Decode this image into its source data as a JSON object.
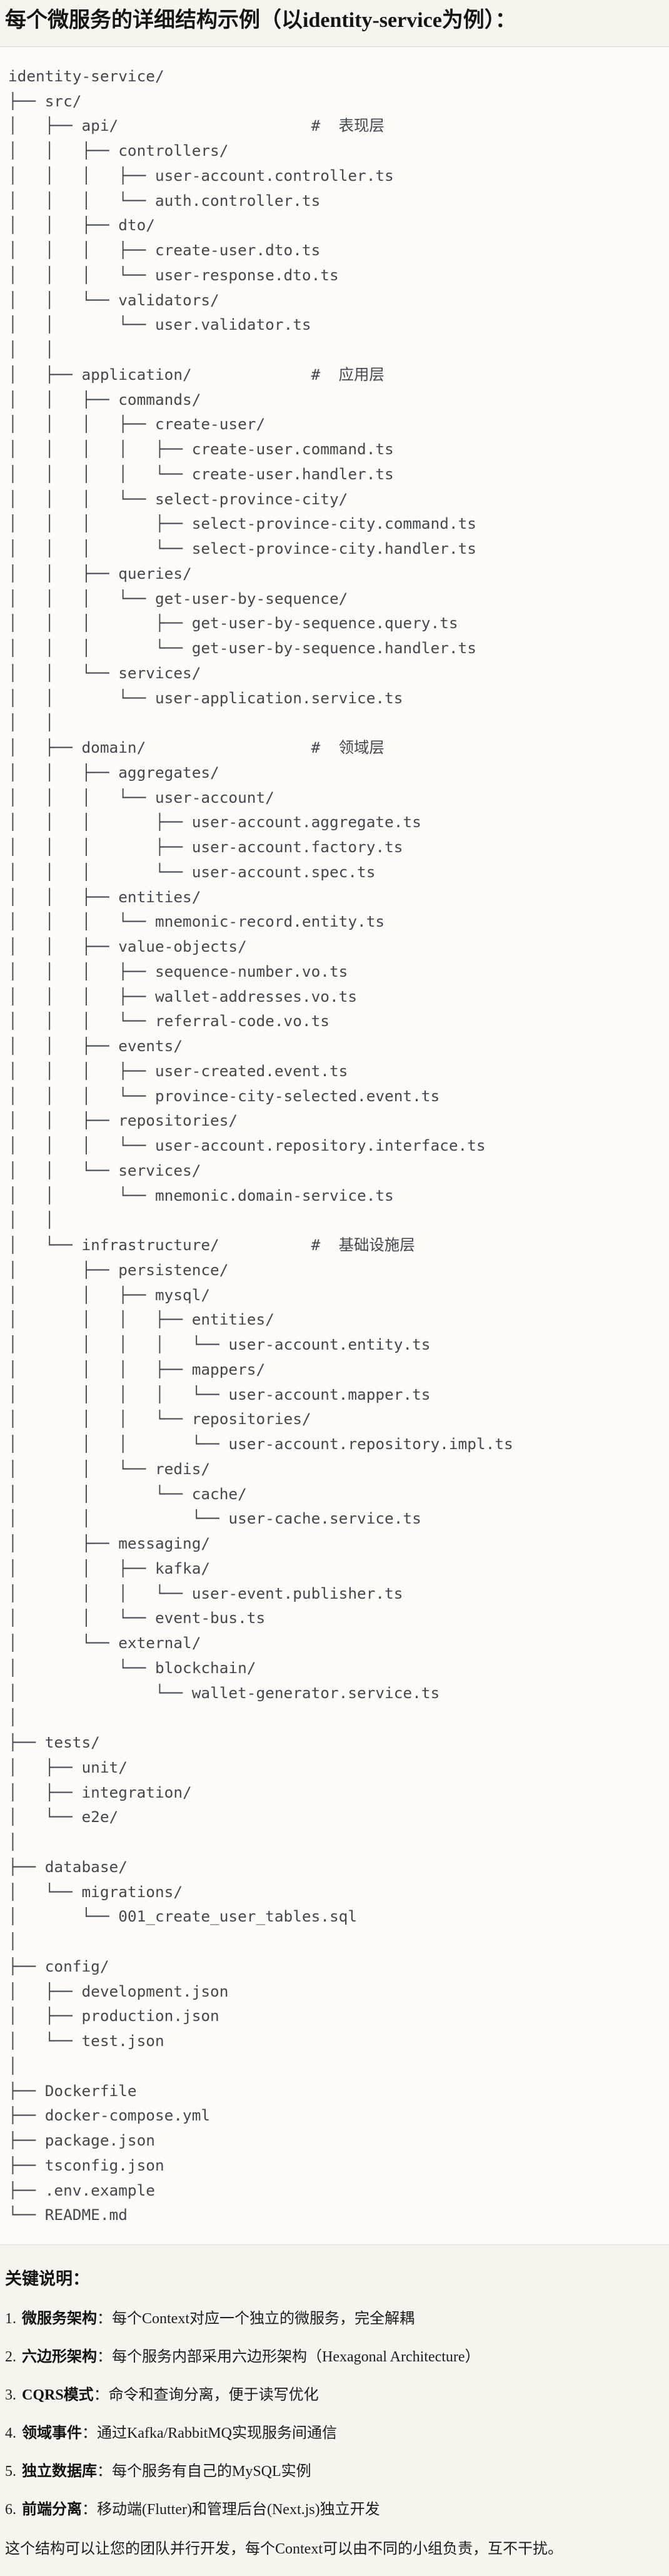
{
  "page": {
    "title": "每个微服务的详细结构示例（以identity-service为例）：",
    "colors": {
      "page_bg": "#F6F4EE",
      "code_bg": "#FCFBF8",
      "code_border": "#DEDCD6",
      "code_text": "#43484E",
      "body_text": "#1D1D1B"
    }
  },
  "code_block": {
    "lines": [
      "identity-service/",
      "├── src/",
      "│   ├── api/                     #  表现层",
      "│   │   ├── controllers/",
      "│   │   │   ├── user-account.controller.ts",
      "│   │   │   └── auth.controller.ts",
      "│   │   ├── dto/",
      "│   │   │   ├── create-user.dto.ts",
      "│   │   │   └── user-response.dto.ts",
      "│   │   └── validators/",
      "│   │       └── user.validator.ts",
      "│   │",
      "│   ├── application/             #  应用层",
      "│   │   ├── commands/",
      "│   │   │   ├── create-user/",
      "│   │   │   │   ├── create-user.command.ts",
      "│   │   │   │   └── create-user.handler.ts",
      "│   │   │   └── select-province-city/",
      "│   │   │       ├── select-province-city.command.ts",
      "│   │   │       └── select-province-city.handler.ts",
      "│   │   ├── queries/",
      "│   │   │   └── get-user-by-sequence/",
      "│   │   │       ├── get-user-by-sequence.query.ts",
      "│   │   │       └── get-user-by-sequence.handler.ts",
      "│   │   └── services/",
      "│   │       └── user-application.service.ts",
      "│   │",
      "│   ├── domain/                  #  领域层",
      "│   │   ├── aggregates/",
      "│   │   │   └── user-account/",
      "│   │   │       ├── user-account.aggregate.ts",
      "│   │   │       ├── user-account.factory.ts",
      "│   │   │       └── user-account.spec.ts",
      "│   │   ├── entities/",
      "│   │   │   └── mnemonic-record.entity.ts",
      "│   │   ├── value-objects/",
      "│   │   │   ├── sequence-number.vo.ts",
      "│   │   │   ├── wallet-addresses.vo.ts",
      "│   │   │   └── referral-code.vo.ts",
      "│   │   ├── events/",
      "│   │   │   ├── user-created.event.ts",
      "│   │   │   └── province-city-selected.event.ts",
      "│   │   ├── repositories/",
      "│   │   │   └── user-account.repository.interface.ts",
      "│   │   └── services/",
      "│   │       └── mnemonic.domain-service.ts",
      "│   │",
      "│   └── infrastructure/          #  基础设施层",
      "│       ├── persistence/",
      "│       │   ├── mysql/",
      "│       │   │   ├── entities/",
      "│       │   │   │   └── user-account.entity.ts",
      "│       │   │   ├── mappers/",
      "│       │   │   │   └── user-account.mapper.ts",
      "│       │   │   └── repositories/",
      "│       │   │       └── user-account.repository.impl.ts",
      "│       │   └── redis/",
      "│       │       └── cache/",
      "│       │           └── user-cache.service.ts",
      "│       ├── messaging/",
      "│       │   ├── kafka/",
      "│       │   │   └── user-event.publisher.ts",
      "│       │   └── event-bus.ts",
      "│       └── external/",
      "│           └── blockchain/",
      "│               └── wallet-generator.service.ts",
      "│",
      "├── tests/",
      "│   ├── unit/",
      "│   ├── integration/",
      "│   └── e2e/",
      "│",
      "├── database/",
      "│   └── migrations/",
      "│       └── 001_create_user_tables.sql",
      "│",
      "├── config/",
      "│   ├── development.json",
      "│   ├── production.json",
      "│   └── test.json",
      "│",
      "├── Dockerfile",
      "├── docker-compose.yml",
      "├── package.json",
      "├── tsconfig.json",
      "├── .env.example",
      "└── README.md"
    ]
  },
  "notes": {
    "heading": "关键说明：",
    "items": [
      {
        "num": "1.",
        "label": "微服务架构",
        "text": "：每个Context对应一个独立的微服务，完全解耦"
      },
      {
        "num": "2.",
        "label": "六边形架构",
        "text": "：每个服务内部采用六边形架构（Hexagonal Architecture）"
      },
      {
        "num": "3.",
        "label": "CQRS模式",
        "text": "：命令和查询分离，便于读写优化"
      },
      {
        "num": "4.",
        "label": "领域事件",
        "text": "：通过Kafka/RabbitMQ实现服务间通信"
      },
      {
        "num": "5.",
        "label": "独立数据库",
        "text": "：每个服务有自己的MySQL实例"
      },
      {
        "num": "6.",
        "label": "前端分离",
        "text": "：移动端(Flutter)和管理后台(Next.js)独立开发"
      }
    ],
    "footer": "这个结构可以让您的团队并行开发，每个Context可以由不同的小组负责，互不干扰。"
  }
}
